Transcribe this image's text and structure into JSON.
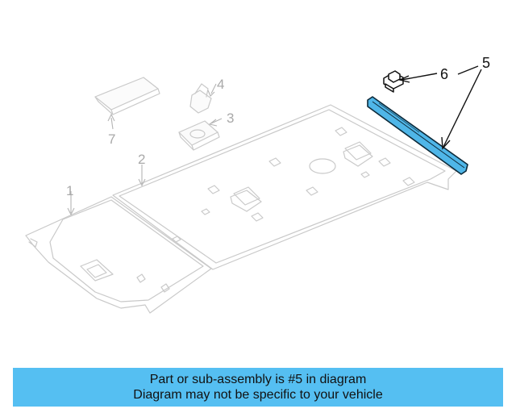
{
  "diagram": {
    "callouts": [
      {
        "id": "1",
        "text": "1"
      },
      {
        "id": "2",
        "text": "2"
      },
      {
        "id": "3",
        "text": "3"
      },
      {
        "id": "4",
        "text": "4"
      },
      {
        "id": "5",
        "text": "5"
      },
      {
        "id": "6",
        "text": "6"
      },
      {
        "id": "7",
        "text": "7"
      }
    ],
    "highlighted_part": "5",
    "colors": {
      "highlight": "#4fb6e8",
      "ghost_line": "#c9c9c9",
      "banner": "#55bff2"
    }
  },
  "banner": {
    "line1": "Part or sub-assembly is #5 in diagram",
    "line2": "Diagram may not be specific to your vehicle"
  }
}
